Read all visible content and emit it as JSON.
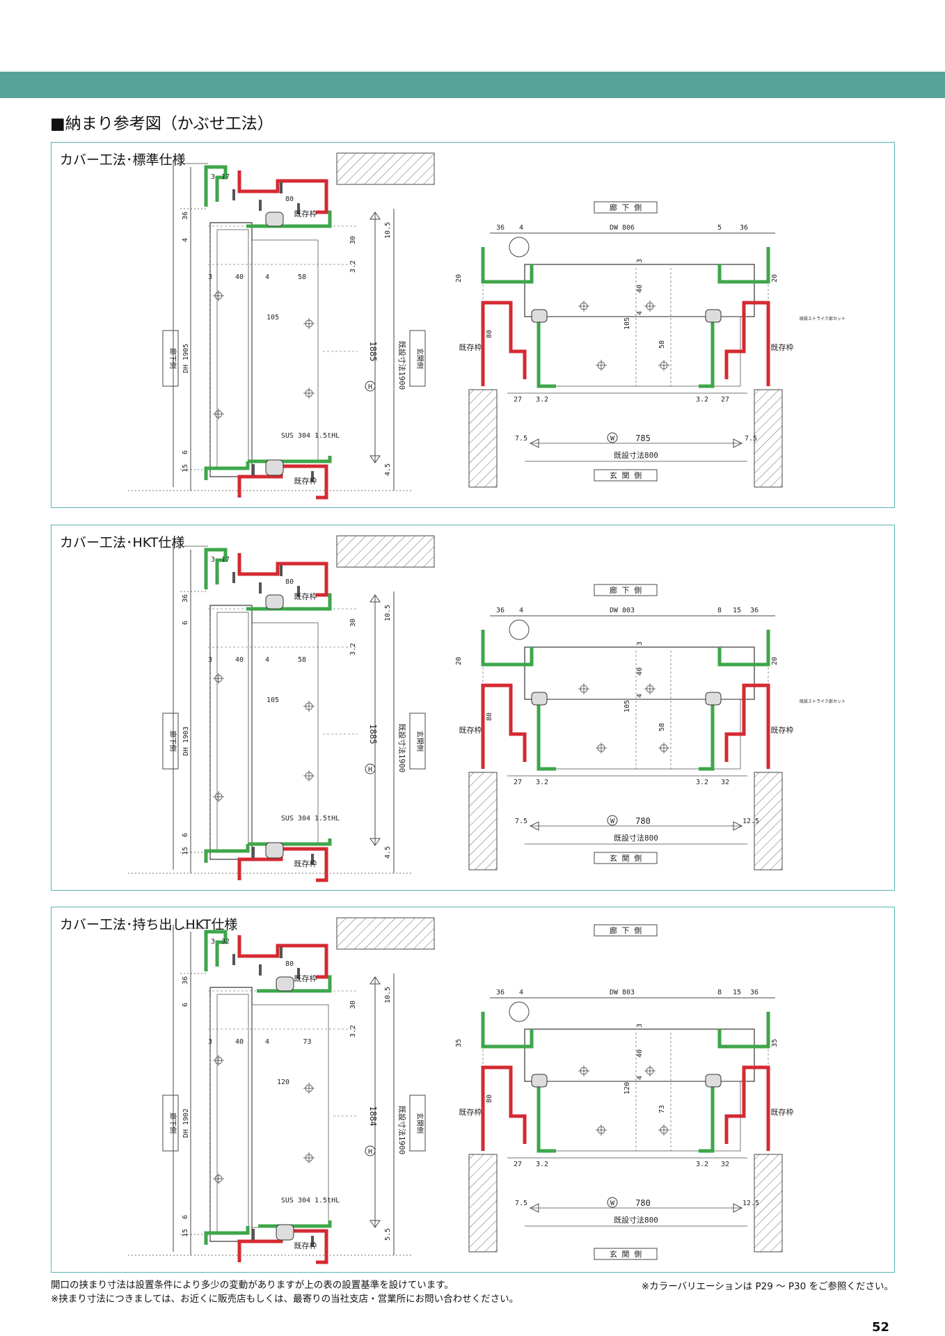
{
  "header": {
    "band_color": "#57a39a",
    "title": "■納まり参考図（かぶせ工法）"
  },
  "colors": {
    "existing_frame": "#d42a32",
    "cover_frame": "#3da64a",
    "panel_border": "#57b5ad"
  },
  "panels": [
    {
      "title": "カバー工法･標準仕様",
      "section": {
        "top_dims": [
          "3",
          "17"
        ],
        "left_dims": [
          "36",
          "4",
          "15",
          "6"
        ],
        "inner_dims": [
          "3",
          "40",
          "4",
          "58",
          "105",
          "80",
          "30",
          "3.2",
          "10.5",
          "4.5"
        ],
        "dh": "DH 1905",
        "h": "H",
        "h_value": "1885",
        "existing_dim": "既設寸法1900",
        "existing_frame_label": "既存枠",
        "sus_label": "SUS 304 1.5tHL",
        "side_left": "廊下側",
        "side_right": "玄関側"
      },
      "plan": {
        "top_label": "廊 下 側",
        "bottom_label": "玄 関 側",
        "dw": "DW 806",
        "top_dims": [
          "36",
          "4",
          "5",
          "36"
        ],
        "side_dims": [
          "20",
          "20"
        ],
        "inner_dims": [
          "3",
          "40",
          "4",
          "105",
          "58",
          "80"
        ],
        "bottom_dims": [
          "27",
          "3.2",
          "3.2",
          "27"
        ],
        "edge_dims": [
          "7.5",
          "7.5"
        ],
        "w": "W",
        "w_value": "785",
        "existing_dim": "既設寸法800",
        "existing_frame_label": "既存枠",
        "strike_note": "既設ストライク部カット"
      }
    },
    {
      "title": "カバー工法･HKT仕様",
      "section": {
        "top_dims": [
          "3",
          "17"
        ],
        "left_dims": [
          "36",
          "6",
          "15",
          "6"
        ],
        "inner_dims": [
          "3",
          "40",
          "4",
          "58",
          "105",
          "80",
          "30",
          "3.2",
          "10.5",
          "4.5"
        ],
        "dh": "DH 1903",
        "h": "H",
        "h_value": "1885",
        "existing_dim": "既設寸法1900",
        "existing_frame_label": "既存枠",
        "sus_label": "SUS 304 1.5tHL",
        "side_left": "廊下側",
        "side_right": "玄関側"
      },
      "plan": {
        "top_label": "廊 下 側",
        "bottom_label": "玄 関 側",
        "dw": "DW 803",
        "top_dims": [
          "36",
          "4",
          "8",
          "15",
          "36"
        ],
        "side_dims": [
          "20",
          "20"
        ],
        "inner_dims": [
          "3",
          "40",
          "4",
          "105",
          "58",
          "80"
        ],
        "bottom_dims": [
          "27",
          "3.2",
          "3.2",
          "32"
        ],
        "edge_dims": [
          "7.5",
          "12.5"
        ],
        "w": "W",
        "w_value": "780",
        "existing_dim": "既設寸法800",
        "existing_frame_label": "既存枠",
        "strike_note": "既設ストライク部カット"
      }
    },
    {
      "title": "カバー工法･持ち出しHKT仕様",
      "section": {
        "top_dims": [
          "3",
          "32"
        ],
        "left_dims": [
          "36",
          "6",
          "15",
          "6"
        ],
        "inner_dims": [
          "3",
          "40",
          "4",
          "73",
          "120",
          "80",
          "30",
          "3.2",
          "10.5",
          "5.5"
        ],
        "dh": "DH 1902",
        "h": "H",
        "h_value": "1884",
        "existing_dim": "既設寸法1900",
        "existing_frame_label": "既存枠",
        "sus_label": "SUS 304 1.5tHL",
        "side_left": "廊下側",
        "side_right": "玄関側"
      },
      "plan": {
        "top_label": "廊 下 側",
        "bottom_label": "玄 関 側",
        "dw": "DW 803",
        "top_dims": [
          "36",
          "4",
          "8",
          "15",
          "36"
        ],
        "side_dims": [
          "35",
          "35"
        ],
        "inner_dims": [
          "3",
          "40",
          "4",
          "120",
          "73",
          "80"
        ],
        "bottom_dims": [
          "27",
          "3.2",
          "3.2",
          "32"
        ],
        "edge_dims": [
          "7.5",
          "12.5"
        ],
        "w": "W",
        "w_value": "780",
        "existing_dim": "既設寸法800",
        "existing_frame_label": "既存枠",
        "strike_note": ""
      }
    }
  ],
  "footer": {
    "note1": "開口の挟まり寸法は設置条件により多少の変動がありますが上の表の設置基準を設けています。",
    "note2": "※挟まり寸法につきましては、お近くに販売店もしくは、最寄りの当社支店・営業所にお問い合わせください。",
    "note_right": "※カラーバリエーションは P29 ～ P30 をご参照ください。",
    "page_number": "52"
  }
}
